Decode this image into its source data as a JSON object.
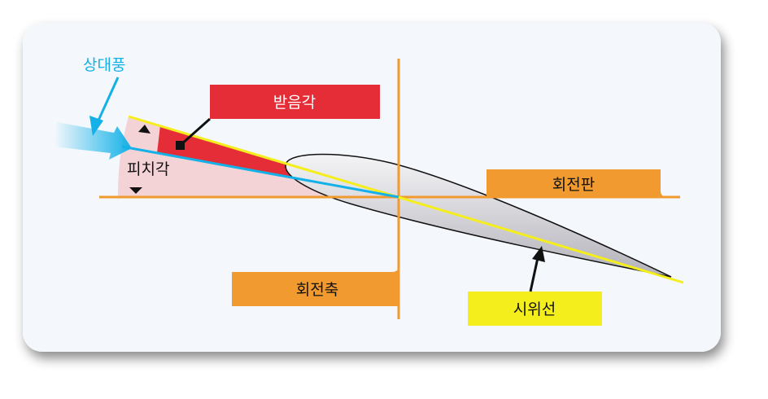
{
  "labels": {
    "relative_wind": "상대풍",
    "angle_of_attack": "받음각",
    "pitch_angle": "피치각",
    "rotor_plane": "회전판",
    "rotation_axis": "회전축",
    "chord_line": "시위선"
  },
  "colors": {
    "card_bg": "#f4f8fc",
    "orange": "#f09a30",
    "red": "#e52d37",
    "yellow": "#f4ee1c",
    "blue": "#13b1e8",
    "pink": "#f3d3d6"
  }
}
